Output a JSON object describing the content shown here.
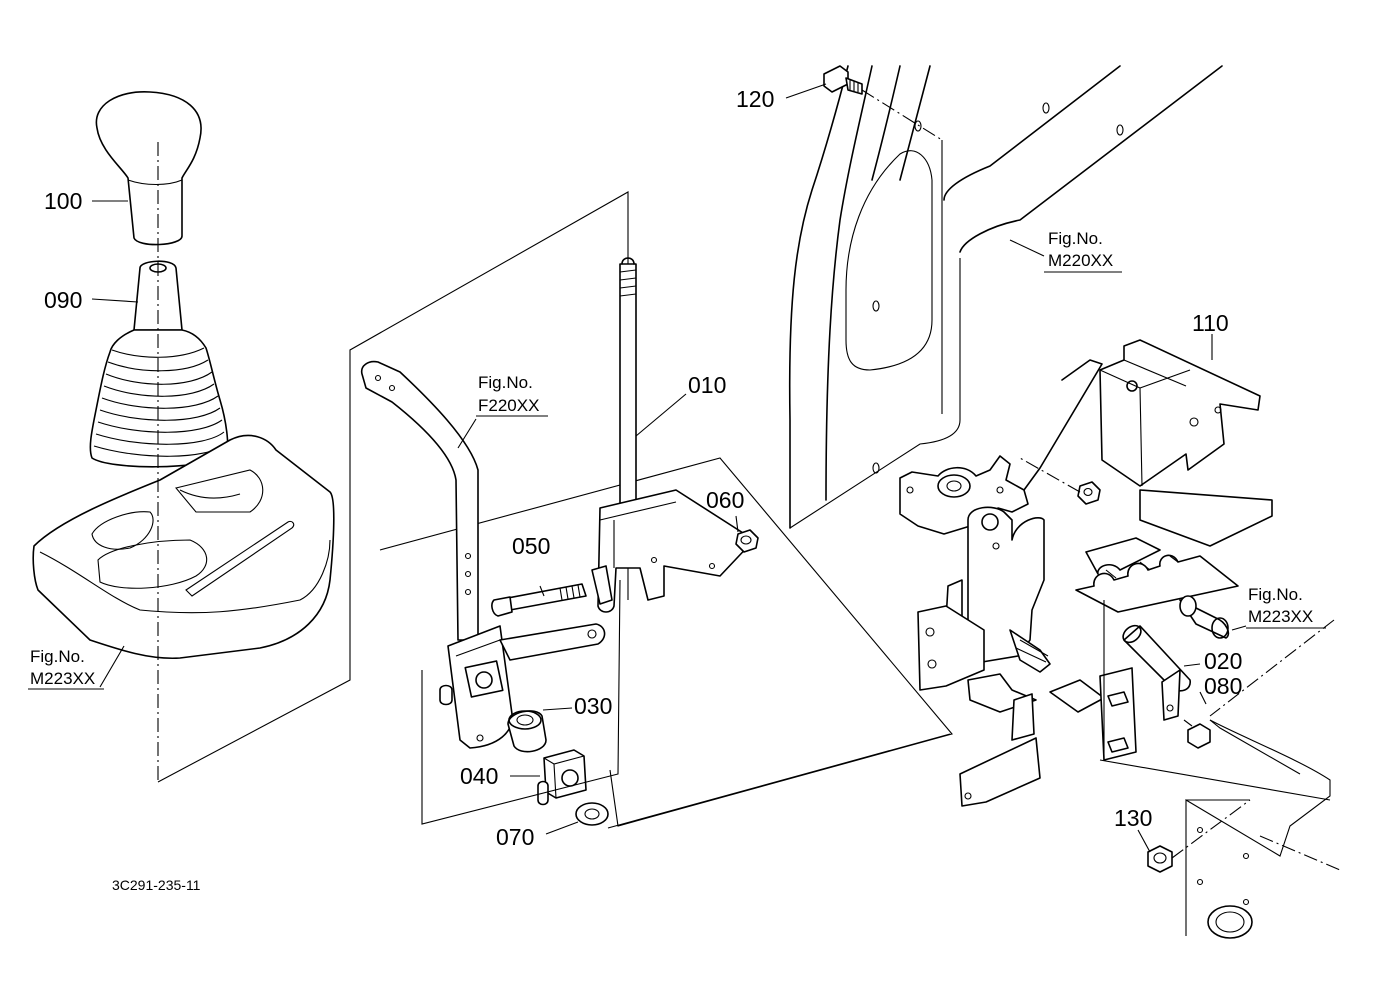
{
  "parts": [
    {
      "id": "p010",
      "number": "010"
    },
    {
      "id": "p020",
      "number": "020"
    },
    {
      "id": "p030",
      "number": "030"
    },
    {
      "id": "p040",
      "number": "040"
    },
    {
      "id": "p050",
      "number": "050"
    },
    {
      "id": "p060",
      "number": "060"
    },
    {
      "id": "p070",
      "number": "070"
    },
    {
      "id": "p080",
      "number": "080"
    },
    {
      "id": "p090",
      "number": "090"
    },
    {
      "id": "p100",
      "number": "100"
    },
    {
      "id": "p110",
      "number": "110"
    },
    {
      "id": "p120",
      "number": "120"
    },
    {
      "id": "p130",
      "number": "130"
    }
  ],
  "figure_refs": [
    {
      "id": "ref_m223_left",
      "line1": "Fig.No.",
      "line2": "M223XX"
    },
    {
      "id": "ref_f220",
      "line1": "Fig.No.",
      "line2": "F220XX"
    },
    {
      "id": "ref_m220",
      "line1": "Fig.No.",
      "line2": "M220XX"
    },
    {
      "id": "ref_m223_right",
      "line1": "Fig.No.",
      "line2": "M223XX"
    }
  ],
  "drawing_code": "3C291-235-11"
}
